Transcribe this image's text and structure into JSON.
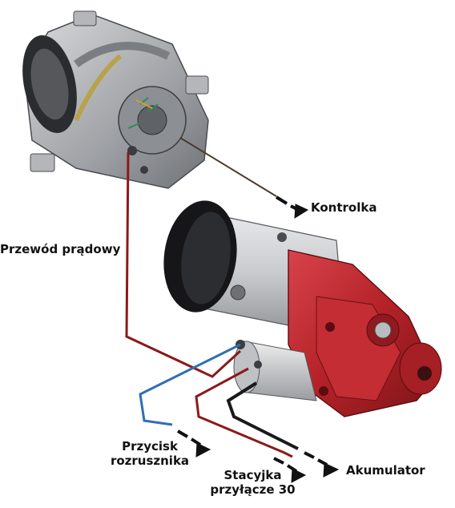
{
  "labels": {
    "kontrolka": "Kontrolka",
    "przewod": "Przewód prądowy",
    "przycisk_line1": "Przycisk",
    "przycisk_line2": "rozrusznika",
    "stacyjka_line1": "Stacyjka",
    "stacyjka_line2": "przyłącze 30",
    "akumulator": "Akumulator"
  },
  "colors": {
    "wire_red": "#8b1a1a",
    "wire_blue": "#2f6fb5",
    "wire_black": "#1a1a1a",
    "starter_red": "#b8262b",
    "metal_grey": "#a7a9ad",
    "arrow": "#111111"
  }
}
